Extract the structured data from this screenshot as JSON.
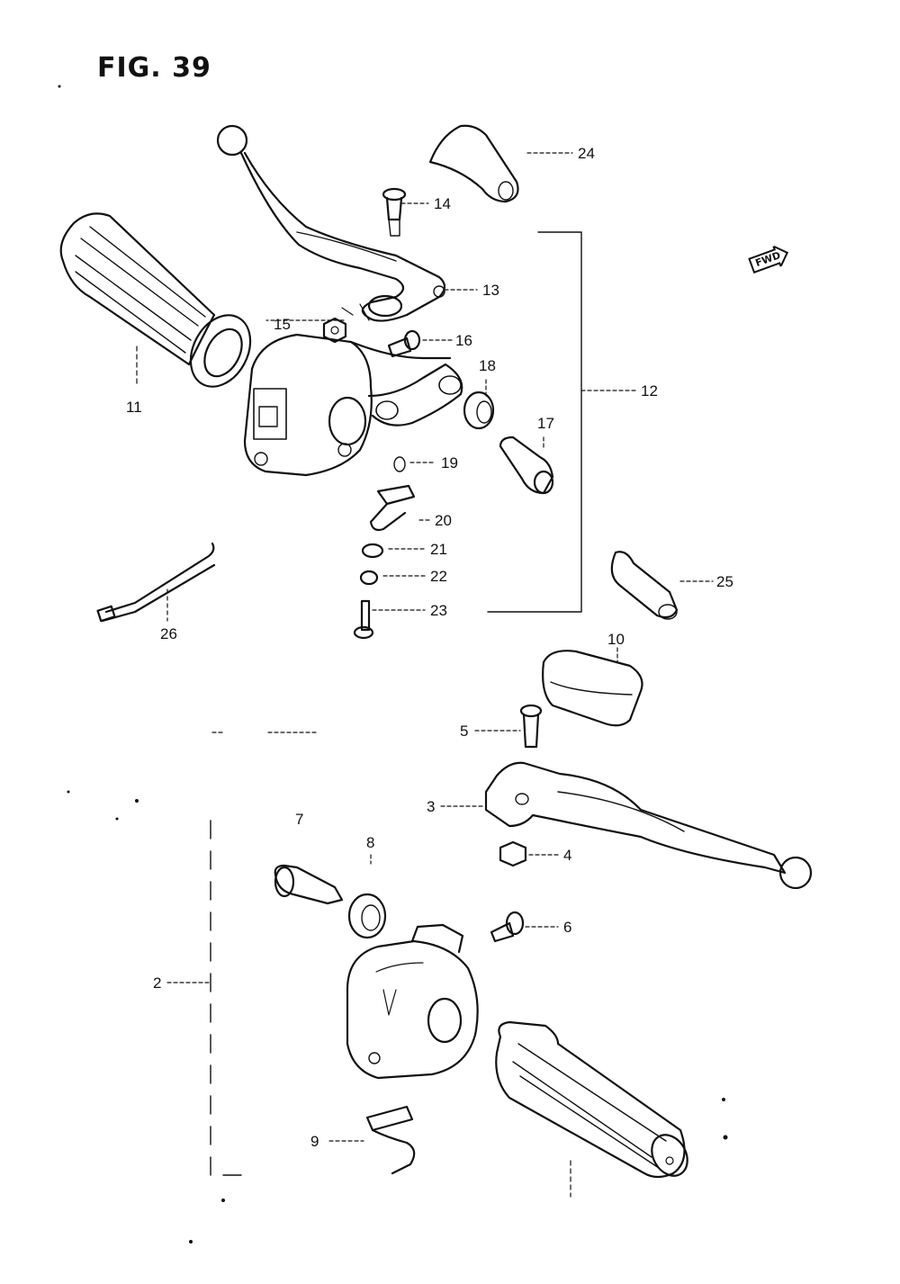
{
  "figure": {
    "title": "FIG. 39",
    "direction_label": "FWD"
  },
  "callouts": {
    "c2": "2",
    "c3": "3",
    "c4": "4",
    "c5": "5",
    "c6": "6",
    "c7": "7",
    "c8": "8",
    "c9": "9",
    "c10": "10",
    "c11": "11",
    "c12": "12",
    "c13": "13",
    "c14": "14",
    "c15": "15",
    "c16": "16",
    "c17": "17",
    "c18": "18",
    "c19": "19",
    "c20": "20",
    "c21": "21",
    "c22": "22",
    "c23": "23",
    "c24": "24",
    "c25": "25",
    "c26": "26"
  },
  "colors": {
    "ink": "#111111",
    "paper": "#ffffff"
  }
}
